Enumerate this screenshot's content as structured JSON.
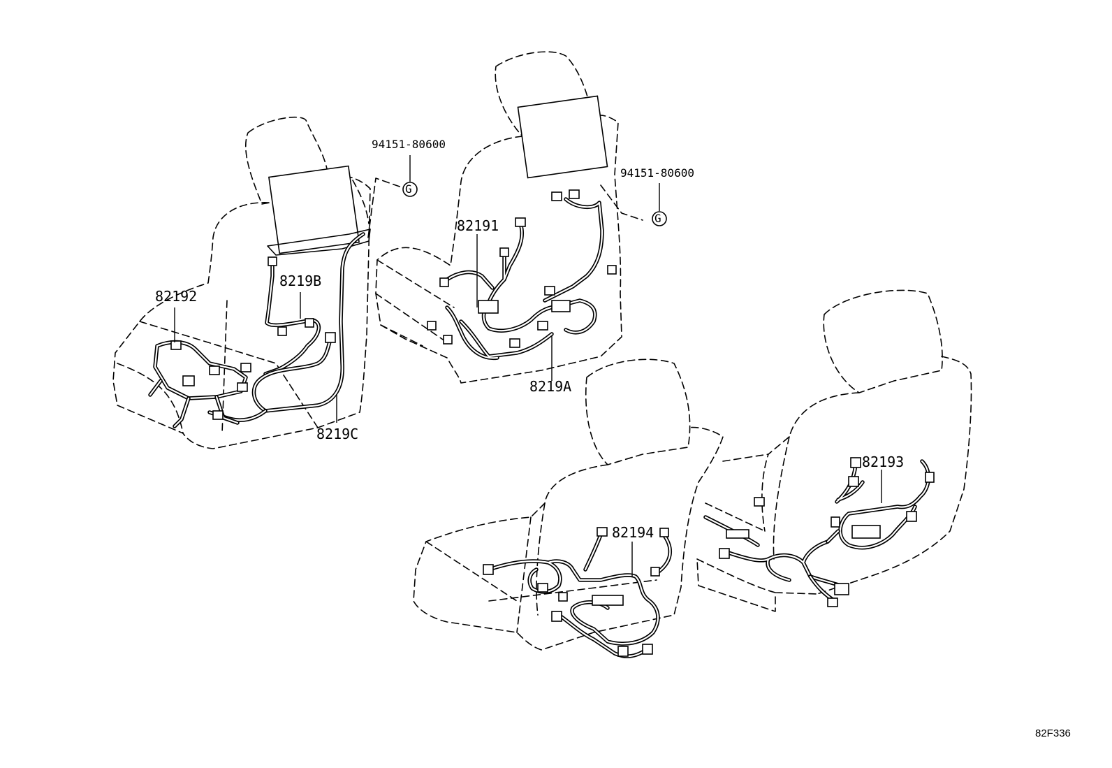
{
  "labels": {
    "part_82192": "82192",
    "part_8219B": "8219B",
    "part_8219C": "8219C",
    "part_82191": "82191",
    "part_8219A": "8219A",
    "clip_left": "94151-80600",
    "clip_right": "94151-80600",
    "part_82194": "82194",
    "part_82193": "82193"
  },
  "diagram_code": "82F336"
}
